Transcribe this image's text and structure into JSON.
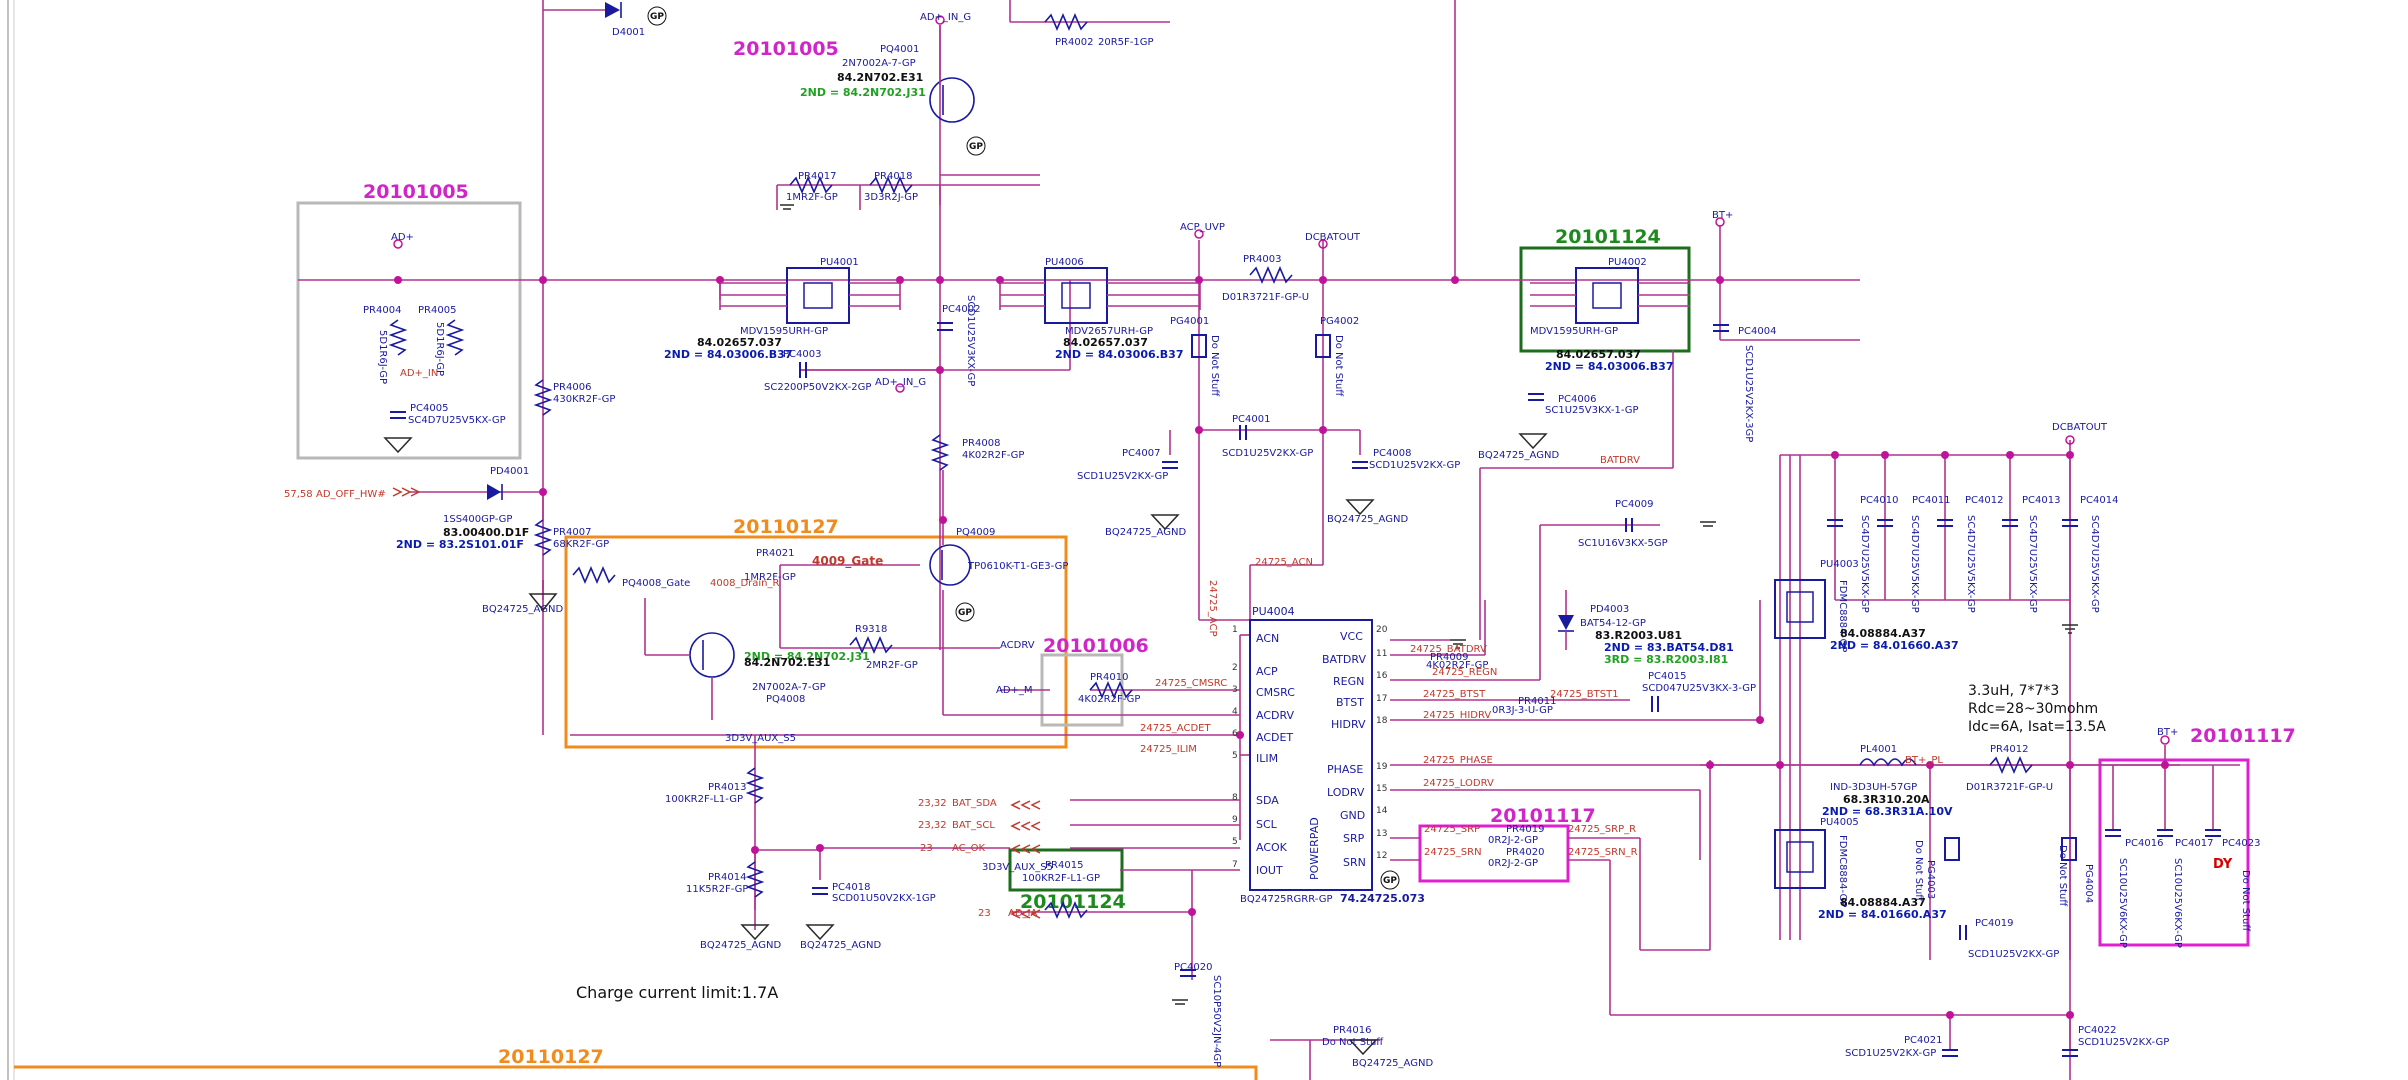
{
  "dates": {
    "d1": "20101005",
    "d2": "20101005",
    "d3": "20101124",
    "d4": "20110127",
    "d5": "20101006",
    "d6": "20101124",
    "d7": "20101117",
    "d8": "20101117",
    "d9": "20110127"
  },
  "nets": {
    "ad_in_g": "AD+_IN_G",
    "ad_in_g2": "AD+_IN_G",
    "ad": "AD+",
    "ad_in": "AD+_IN",
    "acp_uvp": "ACP_UVP",
    "dcbatout": "DCBATOUT",
    "dcbatout2": "DCBATOUT",
    "btplus": "BT+",
    "btplus2": "BT+",
    "gnd1": "BQ24725_AGND",
    "gnd2": "BQ24725_AGND",
    "gnd3": "BQ24725_AGND",
    "gnd4": "BQ24725_AGND",
    "gnd5": "BQ24725_AGND",
    "gnd6": "BQ24725_AGND",
    "gnd7": "BQ24725_AGND",
    "ad_off": "AD_OFF_HW#",
    "ad_off_ref": "57,58",
    "gate_4009": "4009_Gate",
    "drain_4008": "4008_Drain_R",
    "gate_4008": "PQ4008_Gate",
    "acdrv": "ACDRV",
    "adm": "AD+_M",
    "aux1": "3D3V_AUX_S5",
    "aux2": "3D3V_AUX_S5",
    "batdrv": "BATDRV",
    "acp_net": "24725_ACP",
    "acn_net": "24725_ACN",
    "cmsrc": "24725_CMSRC",
    "acdet": "24725_ACDET",
    "ilim": "24725_ILIM",
    "batdrv_net": "24725_BATDRV",
    "regn": "24725_REGN",
    "btst": "24725_BTST",
    "btst1": "24725_BTST1",
    "hidrv": "24725_HIDRV",
    "phase": "24725_PHASE",
    "lodrv": "24725_LODRV",
    "srp": "24725_SRP",
    "srn": "24725_SRN",
    "srp_r": "24725_SRP_R",
    "srn_r": "24725_SRN_R",
    "bat_sda": "BAT_SDA",
    "bat_scl": "BAT_SCL",
    "ac_ok": "AC_OK",
    "ad_ia": "AD_IA",
    "ref_sda": "23,32",
    "ref_scl": "23,32",
    "ref_acok": "23",
    "ref_adia": "23",
    "bt_pl": "BT+_PL"
  },
  "components": {
    "d4001": "D4001",
    "pq4001": "PQ4001",
    "pq4001_pn": "2N7002A-7-GP",
    "pq4001_code": "84.2N702.E31",
    "pq4001_2nd": "2ND = 84.2N702.J31",
    "pr4002": "PR4002",
    "pr4002_v": "20R5F-1GP",
    "pr4017": "PR4017",
    "pr4017_v": "1MR2F-GP",
    "pr4018": "PR4018",
    "pr4018_v": "3D3R2J-GP",
    "pr4004": "PR4004",
    "pr4004_v": "5D1R6J-GP",
    "pr4005": "PR4005",
    "pr4005_v": "5D1R6J-GP",
    "pc4005": "PC4005",
    "pc4005_v": "SC4D7U25V5KX-GP",
    "pr4006": "PR4006",
    "pr4006_v": "430KR2F-GP",
    "pu4001": "PU4001",
    "pu4001_v": "MDV1595URH-GP",
    "pu4001_code": "84.02657.037",
    "pu4001_2nd": "2ND = 84.03006.B37",
    "pc4003": "PC4003",
    "pc4003_v": "SC2200P50V2KX-2GP",
    "pc4002": "PC4002",
    "pc4002_v": "SCD1U25V3KX-GP",
    "pu4006": "PU4006",
    "pu4006_v": "MDV2657URH-GP",
    "pu4006_code": "84.02657.037",
    "pu4006_2nd": "2ND = 84.03006.B37",
    "pr4003": "PR4003",
    "pr4003_v": "D01R3721F-GP-U",
    "pg4001": "PG4001",
    "pg4001_v": "Do Not Stuff",
    "pg4002": "PG4002",
    "pg4002_v": "Do Not Stuff",
    "pc4001": "PC4001",
    "pc4001_v": "SCD1U25V2KX-GP",
    "pc4007": "PC4007",
    "pc4007_v": "SCD1U25V2KX-GP",
    "pc4008": "PC4008",
    "pc4008_v": "SCD1U25V2KX-GP",
    "pu4002": "PU4002",
    "pu4002_v": "MDV1595URH-GP",
    "pu4002_code": "84.02657.037",
    "pu4002_2nd": "2ND = 84.03006.B37",
    "pc4004": "PC4004",
    "pc4004_v": "SCD1U25V2KX-3GP",
    "pc4006": "PC4006",
    "pc4006_v": "SC1U25V3KX-1-GP",
    "pd4001": "PD4001",
    "pd4001_v": "1SS400GP-GP",
    "pd4001_code": "83.00400.D1F",
    "pd4001_2nd": "2ND = 83.2S101.01F",
    "pr4007": "PR4007",
    "pr4007_v": "68KR2F-GP",
    "pr4008": "PR4008",
    "pr4008_v": "4K02R2F-GP",
    "pq4009": "PQ4009",
    "pq4009_v": "TP0610K-T1-GE3-GP",
    "pr4021": "PR4021",
    "pr4021_v": "1MR2F-GP",
    "pq4008": "PQ4008",
    "pq4008_v": "2N7002A-7-GP",
    "pq4008_code": "84.2N702.E31",
    "pq4008_2nd": "2ND = 84.2N702.J31",
    "r9318": "R9318",
    "r9318_v": "2MR2F-GP",
    "pr4010": "PR4010",
    "pr4010_v": "4K02R2F-GP",
    "pu4004": "PU4004",
    "pu4004_v": "BQ24725RGRR-GP",
    "pu4004_code": "74.24725.073",
    "pr4013": "PR4013",
    "pr4013_v": "100KR2F-L1-GP",
    "pr4014": "PR4014",
    "pr4014_v": "11K5R2F-GP",
    "pc4018": "PC4018",
    "pc4018_v": "SCD01U50V2KX-1GP",
    "pr4015": "PR4015",
    "pr4015_v": "100KR2F-L1-GP",
    "pc4020": "PC4020",
    "pc4020_v": "SC10P50V2JN-4GP",
    "pr4016": "PR4016",
    "pr4016_v": "Do Not Stuff",
    "pc4009": "PC4009",
    "pc4009_v": "SC1U16V3KX-5GP",
    "pr4009": "PR4009",
    "pr4009_v": "4K02R2F-GP",
    "pd4003": "PD4003",
    "pd4003_v": "BAT54-12-GP",
    "pd4003_code": "83.R2003.U81",
    "pd4003_2nd": "2ND = 83.BAT54.D81",
    "pd4003_3rd": "3RD = 83.R2003.I81",
    "pr4011": "PR4011",
    "pr4011_v": "0R3J-3-U-GP",
    "pc4015": "PC4015",
    "pc4015_v": "SCD047U25V3KX-3-GP",
    "pu4003": "PU4003",
    "pu4003_v": "FDMC8884-GP",
    "pu4003_code": "84.08884.A37",
    "pu4003_2nd": "2ND = 84.01660.A37",
    "pu4005": "PU4005",
    "pu4005_v": "FDMC8884-GP",
    "pu4005_code": "84.08884.A37",
    "pu4005_2nd": "2ND = 84.01660.A37",
    "pc4010": "PC4010",
    "pc4011": "PC4011",
    "pc4012": "PC4012",
    "pc4013": "PC4013",
    "pc4014": "PC4014",
    "pc4010_v": "SC4D7U25V5KX-GP",
    "pc4011_v": "SC4D7U25V5KX-GP",
    "pc4012_v": "SC4D7U25V5KX-GP",
    "pc4013_v": "SC4D7U25V5KX-GP",
    "pc4014_v": "SC4D7U25V5KX-GP",
    "pl4001": "PL4001",
    "pl4001_v": "IND-3D3UH-57GP",
    "pl4001_code": "68.3R310.20A",
    "pl4001_2nd": "2ND = 68.3R31A.10V",
    "pr4012": "PR4012",
    "pr4012_v": "D01R3721F-GP-U",
    "pg4003": "PG4003",
    "pg4003_v": "Do Not Stuff",
    "pg4004": "PG4004",
    "pg4004_v": "Do Not Stuff",
    "pc4019": "PC4019",
    "pc4019_v": "SCD1U25V2KX-GP",
    "pc4016": "PC4016",
    "pc4016_v": "SC10U25V6KX-GP",
    "pc4017": "PC4017",
    "pc4017_v": "SC10U25V6KX-GP",
    "pc4023": "PC4023",
    "pc4023_v": "Do Not Stuff",
    "dy": "DY",
    "pc4021": "PC4021",
    "pc4021_v": "SCD1U25V2KX-GP",
    "pc4022": "PC4022",
    "pc4022_v": "SCD1U25V2KX-GP",
    "pr4019": "PR4019",
    "pr4019_v": "0R2J-2-GP",
    "pr4020": "PR4020",
    "pr4020_v": "0R2J-2-GP"
  },
  "ic_pins": {
    "acn": "ACN",
    "acp": "ACP",
    "cmsrc": "CMSRC",
    "acdrv": "ACDRV",
    "acdet": "ACDET",
    "ilim": "ILIM",
    "sda": "SDA",
    "scl": "SCL",
    "acok": "ACOK",
    "iout": "IOUT",
    "vcc": "VCC",
    "batdrv": "BATDRV",
    "regn": "REGN",
    "btst": "BTST",
    "hidrv": "HIDRV",
    "phase": "PHASE",
    "lodrv": "LODRV",
    "gnd": "GND",
    "srp": "SRP",
    "srn": "SRN",
    "powerpad": "POWERPAD"
  },
  "notes": {
    "charge_limit": "Charge current limit:1.7A",
    "ind1": "3.3uH, 7*7*3",
    "ind2": "Rdc=28~30mohm",
    "ind3": "Idc=6A, Isat=13.5A"
  },
  "gp": "GP",
  "colors": {
    "wire": "#b0338f",
    "part": "#1a1aa0",
    "date_magenta": "#d026c8",
    "date_green": "#1e8a1e",
    "box_orange": "#f08c1e",
    "box_gray": "#b8b8b8",
    "box_green": "#1c6e1c",
    "box_magenta": "#e020d0",
    "netlabel_red": "#c0392b",
    "bold_blue": "#0a1cb0",
    "bold_green": "#21a121"
  }
}
